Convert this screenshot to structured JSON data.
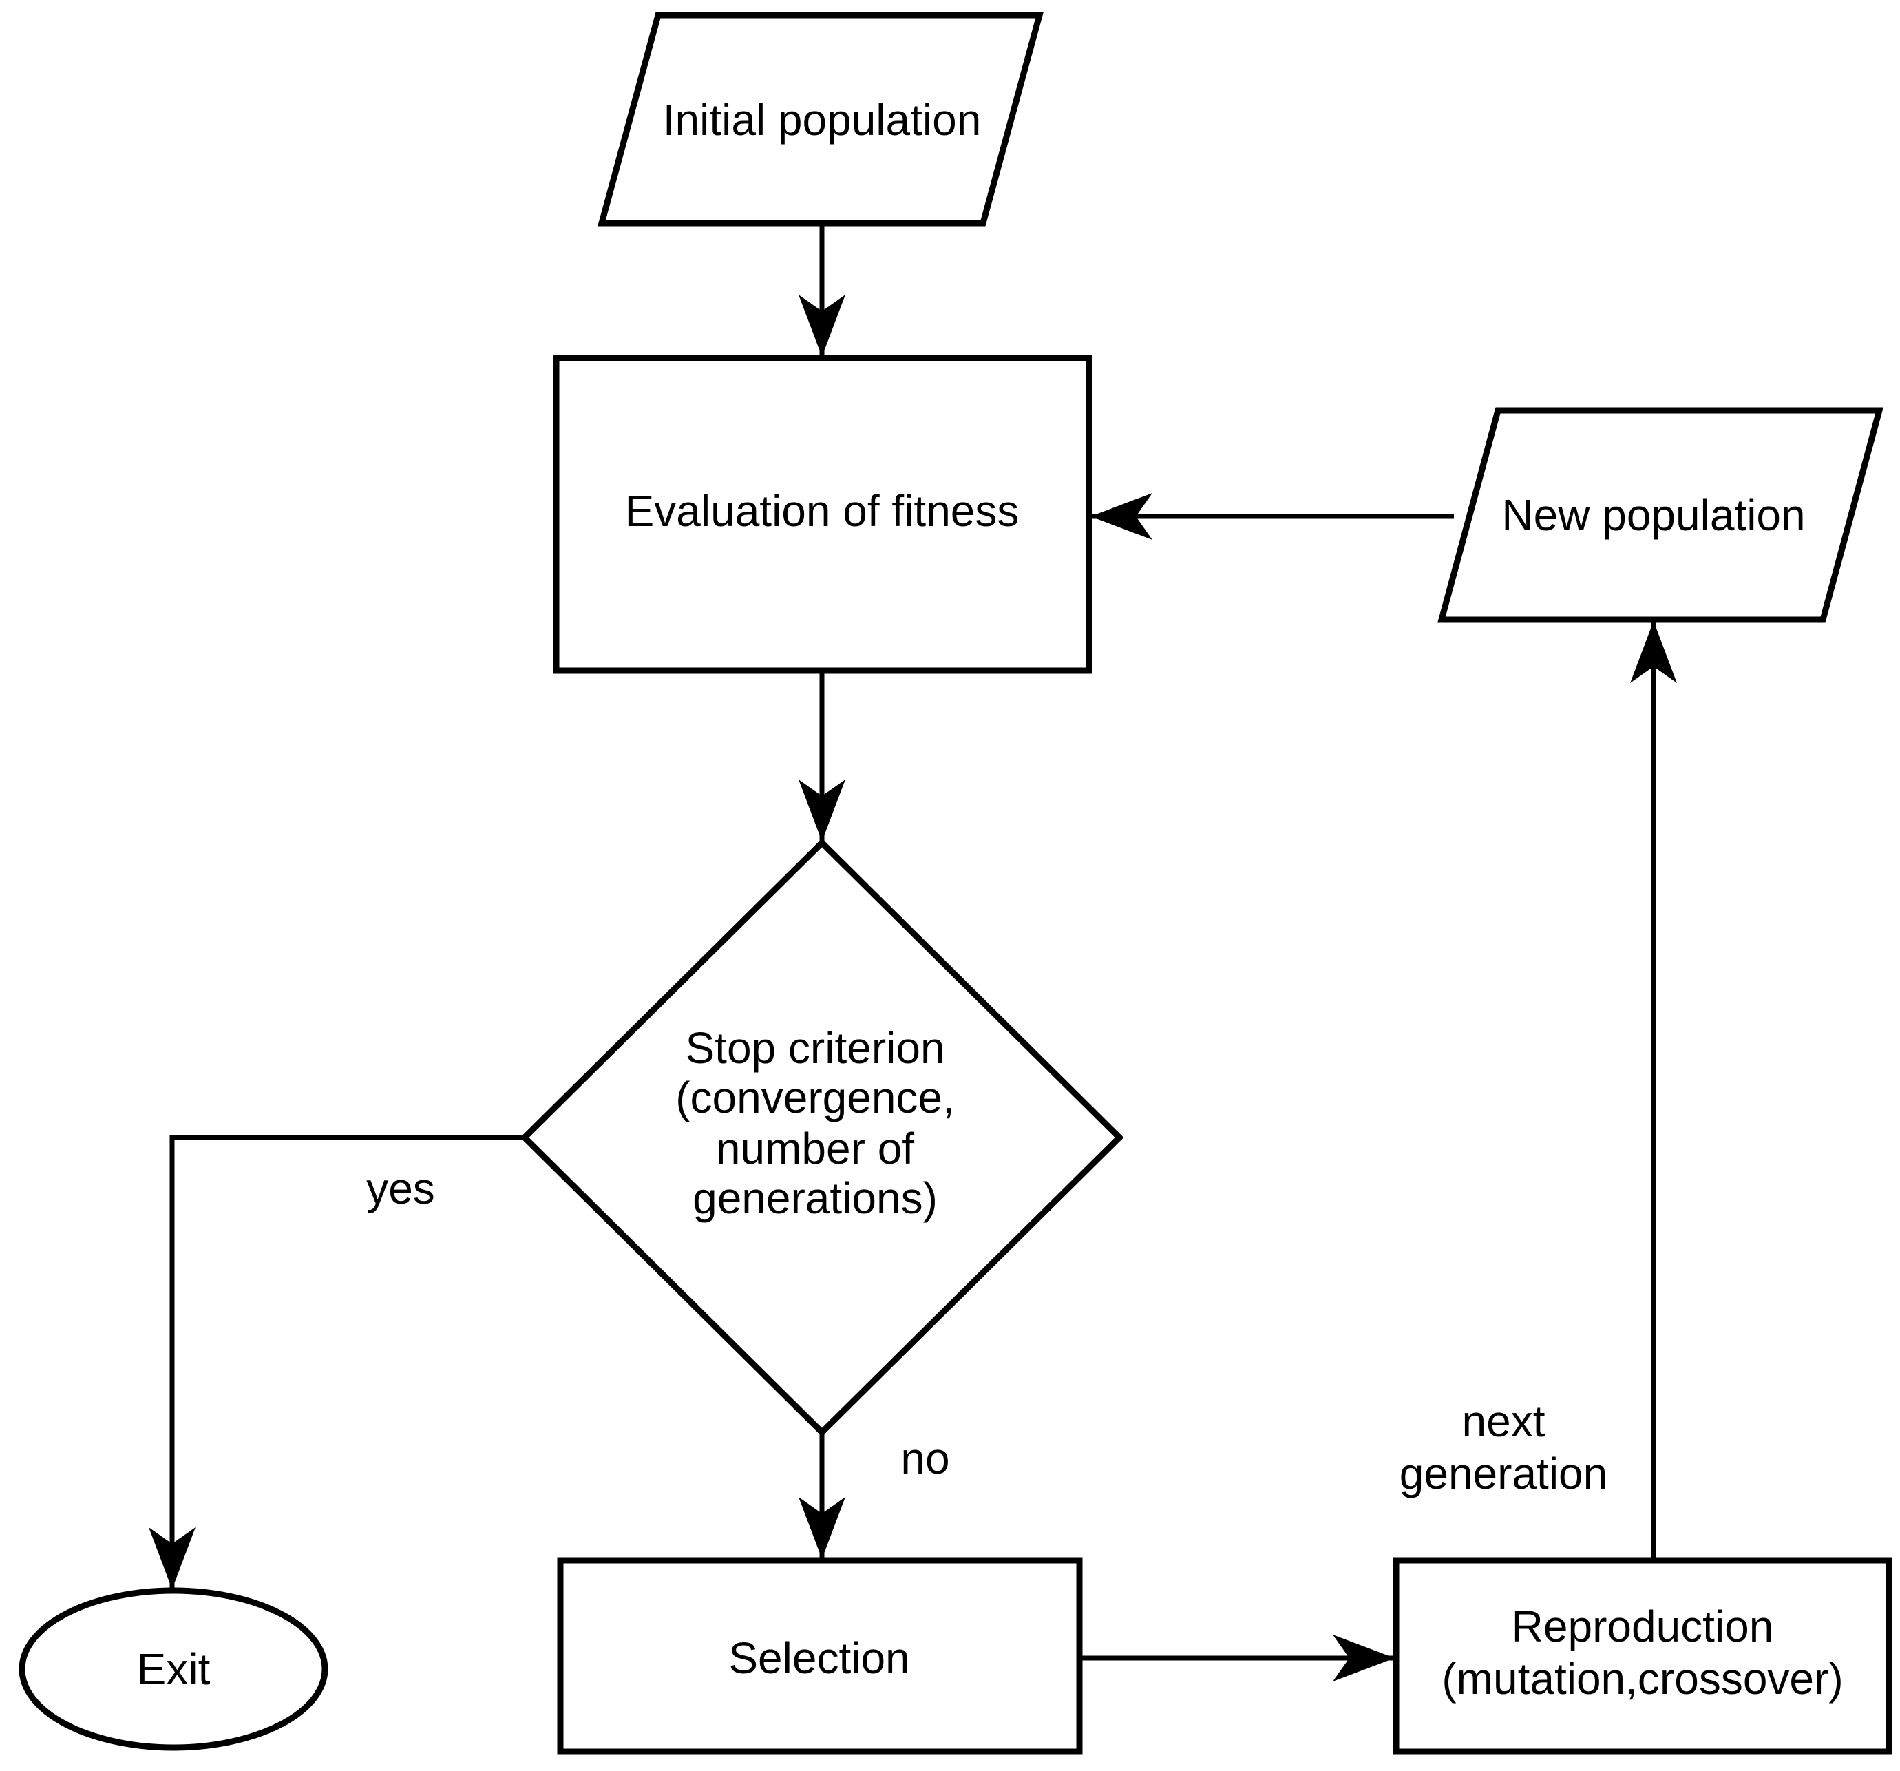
{
  "diagram": {
    "type": "flowchart",
    "colors": {
      "stroke": "#000000",
      "background": "#ffffff",
      "text": "#000000"
    },
    "nodes": {
      "initial_population": {
        "shape": "parallelogram",
        "label": "Initial population"
      },
      "evaluation": {
        "shape": "rectangle",
        "label": "Evaluation of fitness"
      },
      "new_population": {
        "shape": "parallelogram",
        "label": "New population"
      },
      "stop_criterion": {
        "shape": "diamond",
        "lines": [
          "Stop criterion",
          "(convergence,",
          "number of",
          "generations)"
        ]
      },
      "exit": {
        "shape": "ellipse",
        "label": "Exit"
      },
      "selection": {
        "shape": "rectangle",
        "label": "Selection"
      },
      "reproduction": {
        "shape": "rectangle",
        "lines": [
          "Reproduction",
          "(mutation,crossover)"
        ]
      }
    },
    "edge_labels": {
      "yes": "yes",
      "no": "no",
      "next_generation": [
        "next",
        "generation"
      ]
    },
    "edges": [
      "initial_population -> evaluation",
      "evaluation -> stop_criterion",
      "stop_criterion -yes-> exit",
      "stop_criterion -no-> selection",
      "selection -> reproduction",
      "reproduction -next generation-> new_population",
      "new_population -> evaluation"
    ]
  }
}
